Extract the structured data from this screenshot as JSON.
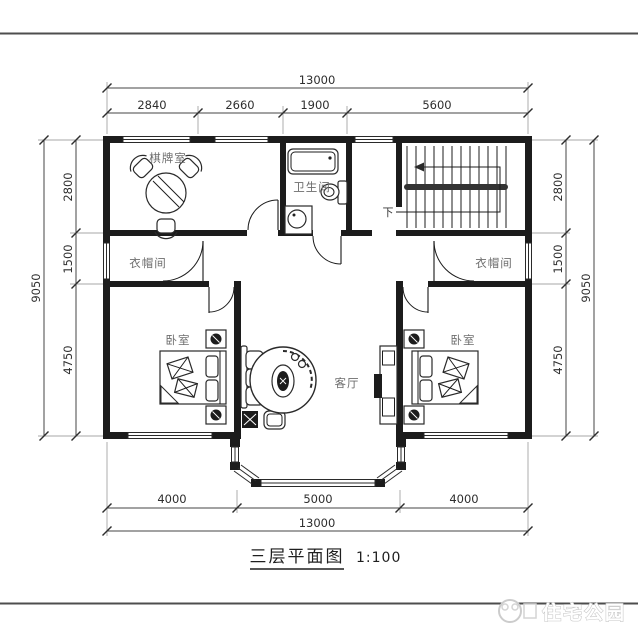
{
  "page": {
    "watermark": "住宅公园"
  },
  "title": {
    "name": "三层平面图",
    "scale": "1:100"
  },
  "rooms": {
    "chess": "棋牌室",
    "bathroom": "卫生间",
    "cloakroom_left": "衣帽间",
    "cloakroom_right": "衣帽间",
    "bedroom_left": "卧室",
    "bedroom_right": "卧室",
    "living": "客厅",
    "stair_down": "下"
  },
  "dimensions": {
    "top": {
      "total": "13000",
      "segments": [
        "2840",
        "2660",
        "1900",
        "5600"
      ]
    },
    "left": {
      "total": "9050",
      "segments": [
        "2800",
        "1500",
        "4750"
      ]
    },
    "right": {
      "total": "9050",
      "segments": [
        "2800",
        "1500",
        "4750"
      ]
    },
    "bottom": {
      "total": "13000",
      "segments": [
        "4000",
        "5000",
        "4000"
      ]
    }
  },
  "colors": {
    "wall": "#1c1c1c",
    "dimension": "#2e2e2e",
    "label": "#6d6d6d",
    "frame": "#4d4d4d",
    "background": "#ffffff",
    "watermark_outline": "#c6c6c6"
  }
}
